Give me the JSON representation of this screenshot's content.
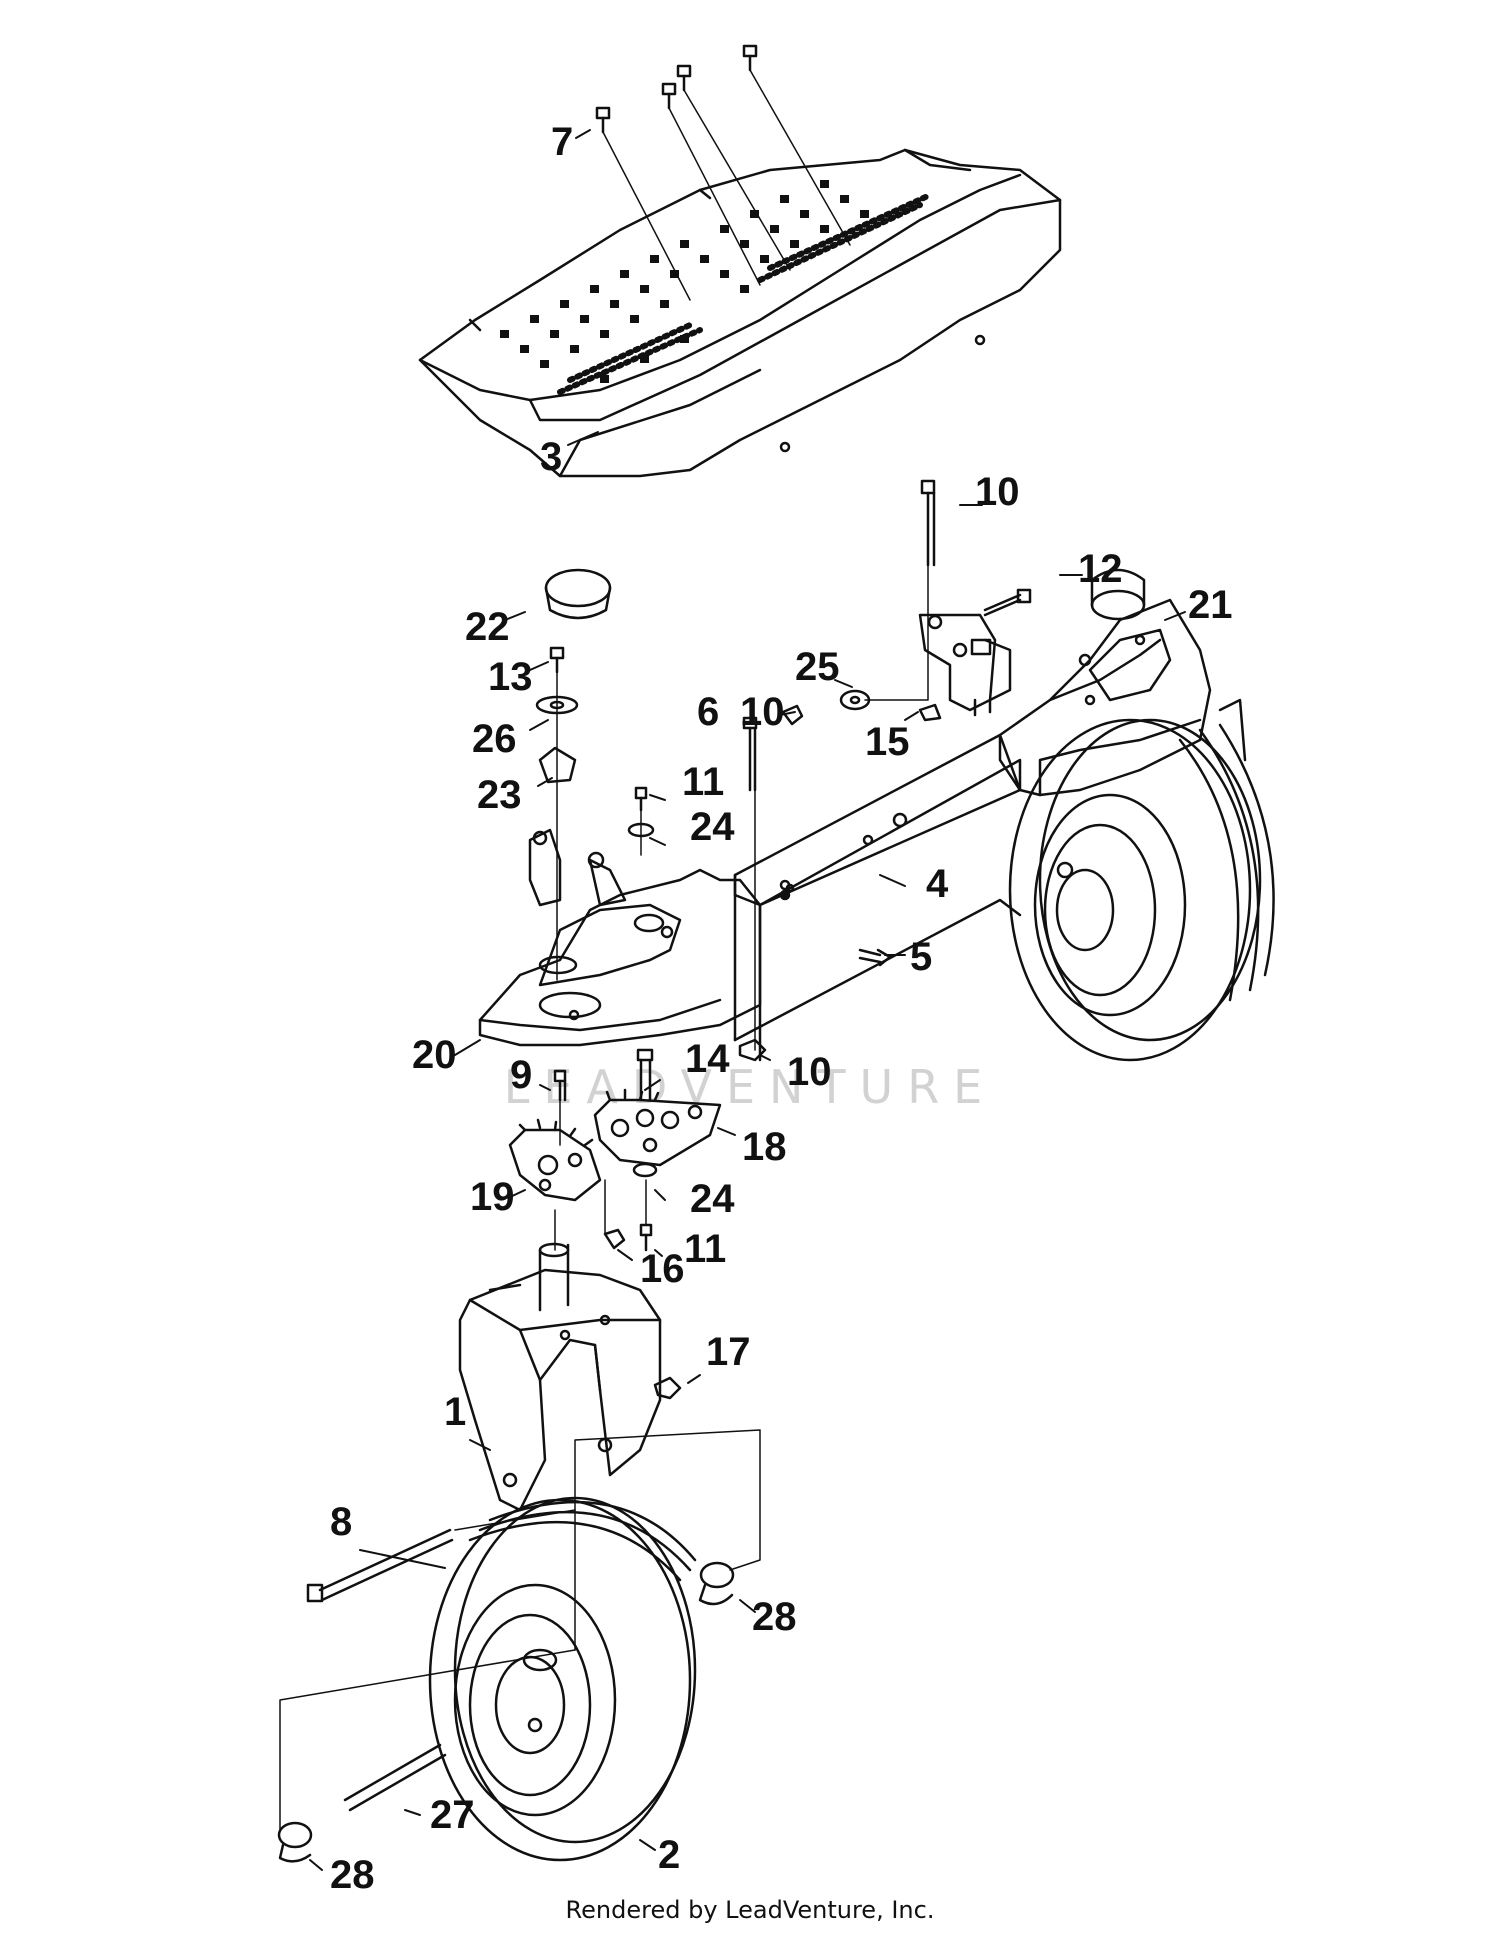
{
  "labels": {
    "p1": "1",
    "p2": "2",
    "p3": "3",
    "p4": "4",
    "p5": "5",
    "p6": "6",
    "p7": "7",
    "p8": "8",
    "p9": "9",
    "p10a": "10",
    "p10b": "10",
    "p10c": "10",
    "p11a": "11",
    "p11b": "11",
    "p12": "12",
    "p13": "13",
    "p14": "14",
    "p15": "15",
    "p16": "16",
    "p17": "17",
    "p18": "18",
    "p19": "19",
    "p20": "20",
    "p21": "21",
    "p22": "22",
    "p23": "23",
    "p24a": "24",
    "p24b": "24",
    "p25": "25",
    "p26": "26",
    "p27": "27",
    "p28a": "28",
    "p28b": "28"
  },
  "watermark": "LEADVENTURE",
  "footer": "Rendered by LeadVenture, Inc."
}
